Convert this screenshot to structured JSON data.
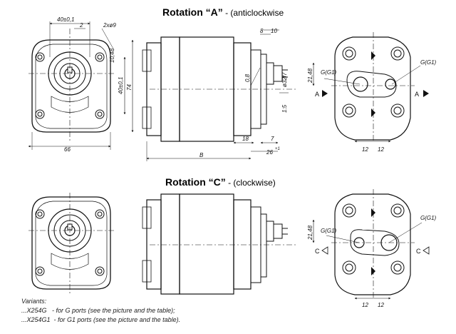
{
  "section_a": {
    "title_main": "Rotation “A”",
    "title_sub": " - (anticlockwise",
    "dims": {
      "d40": "40±0,1",
      "d2": "2",
      "d2x9": "2xø9",
      "d1048": "10,48",
      "d40v": "40±0,1",
      "d74": "74",
      "d66": "66",
      "d8": "8",
      "d10": "10",
      "d08": "0,8",
      "d3217": "ø32f7",
      "d15": "1:5",
      "d18": "18",
      "d7": "7",
      "dB": "B",
      "d26": "26",
      "d26tol": "+1",
      "d2148": "21,48",
      "gG1": "G(G1)",
      "gG": "G(G1)",
      "d12a": "12",
      "d12b": "12",
      "arrowL": "A",
      "arrowR": "A"
    }
  },
  "section_c": {
    "title_main": "Rotation “C”",
    "title_sub": " - (clockwise)",
    "dims": {
      "d2148": "21,48",
      "gG1": "G(G1)",
      "gG": "G(G1)",
      "d12a": "12",
      "d12b": "12",
      "arrowL": "C",
      "arrowR": "C"
    }
  },
  "variants": {
    "heading": "Variants:",
    "line1": "...X254G   - for G ports (see the picture and the table);",
    "line2": "...X254G1  - for G1 ports (see the picture and the table)."
  }
}
